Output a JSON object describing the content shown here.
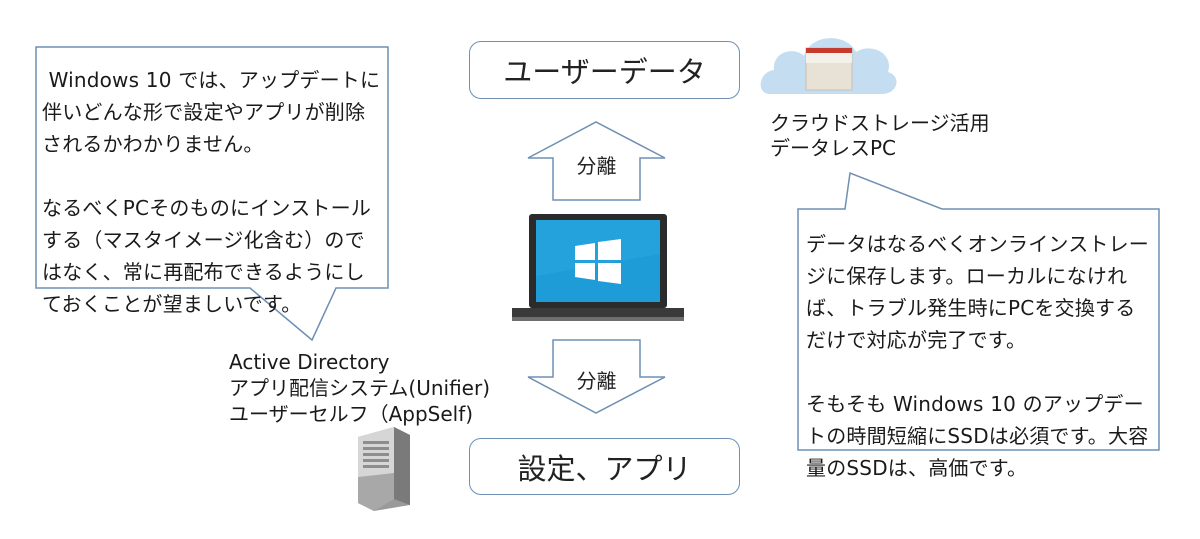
{
  "top_box": {
    "label": "ユーザーデータ"
  },
  "bottom_box": {
    "label": "設定、アプリ"
  },
  "arrow_up": {
    "label": "分離"
  },
  "arrow_down": {
    "label": "分離"
  },
  "left_callout": {
    "paragraph1": " Windows 10 では、アップデートに伴いどんな形で設定やアプリが削除されるかわかりません。",
    "paragraph2": "なるべくPCそのものにインストールする（マスタイメージ化含む）のではなく、常に再配布できるようにしておくことが望ましいです。"
  },
  "right_callout": {
    "paragraph1": "データはなるべくオンラインストレージに保存します。ローカルになければ、トラブル発生時にPCを交換するだけで対応が完了です。",
    "paragraph2": "そもそも Windows 10 のアップデートの時間短縮にSSDは必須です。大容量のSSDは、高価です。"
  },
  "cloud_caption": {
    "line1": "クラウドストレージ活用",
    "line2": "データレスPC"
  },
  "server_caption": {
    "line1": "Active Directory",
    "line2": "アプリ配信システム(Unifier)",
    "line3": "ユーザーセルフ（AppSelf)"
  },
  "colors": {
    "border": "#6f8fb4",
    "screen": "#1e9cd8",
    "windows_logo": "#ffffff",
    "cloud": "#bfdcf0"
  },
  "icons": [
    "cloud-icon",
    "laptop-icon",
    "windows-logo-icon",
    "server-icon"
  ]
}
